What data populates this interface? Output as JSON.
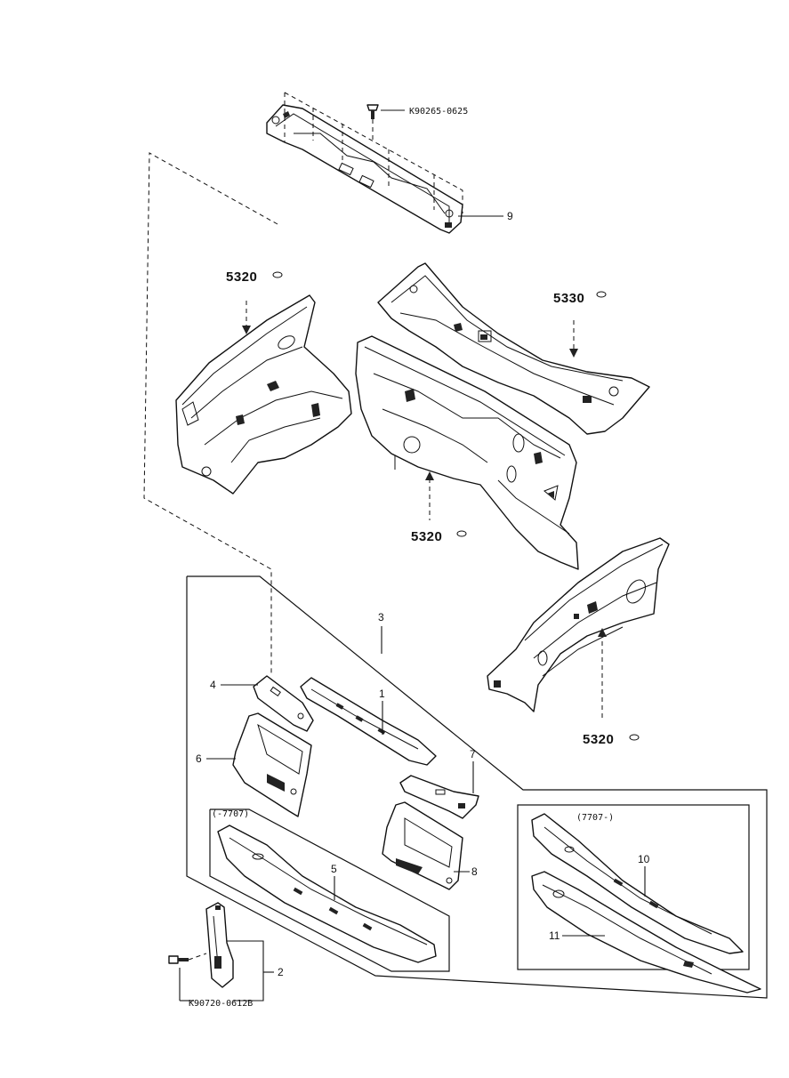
{
  "fasteners": {
    "top_bolt_code": "K90265-0625",
    "bottom_bolt_code": "K90720-0612B"
  },
  "callouts": {
    "c1": "1",
    "c2": "2",
    "c3": "3",
    "c4": "4",
    "c5": "5",
    "c6": "6",
    "c7": "7",
    "c8": "8",
    "c9": "9",
    "c10": "10",
    "c11": "11"
  },
  "refs": {
    "left_panel": "5320",
    "dash_panel": "5320",
    "right_panel": "5320",
    "cowl_top": "5330"
  },
  "variants": {
    "early": "(-7707)",
    "late": "(7707-)"
  }
}
